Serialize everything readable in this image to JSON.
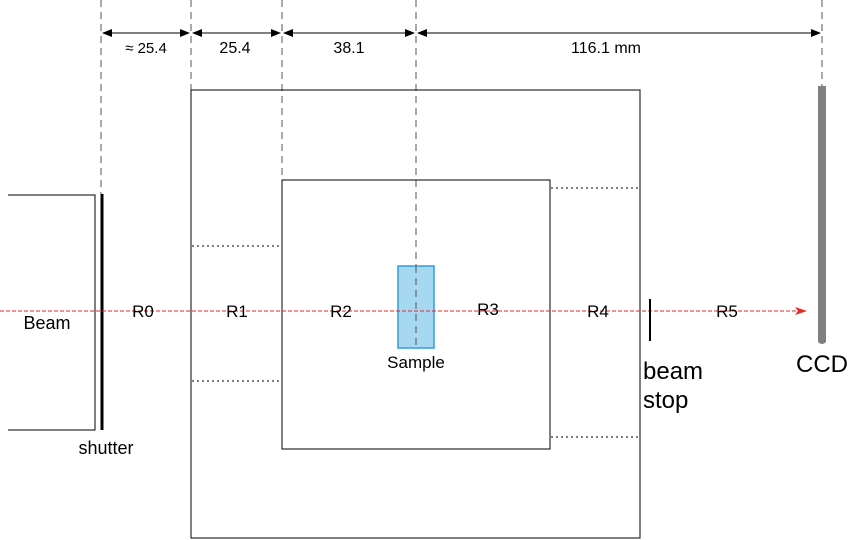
{
  "dimensions": {
    "d1": "≈ 25.4",
    "d2": "25.4",
    "d3": "38.1",
    "d4": "116.1 mm"
  },
  "regions": {
    "r0": "R0",
    "r1": "R1",
    "r2": "R2",
    "r3": "R3",
    "r4": "R4",
    "r5": "R5"
  },
  "labels": {
    "beam": "Beam",
    "shutter": "shutter",
    "sample": "Sample",
    "beam_stop_line1": "beam",
    "beam_stop_line2": "stop",
    "ccd": "CCD"
  },
  "colors": {
    "beam_line": "#e8262a",
    "sample_fill": "#a6d8f2",
    "sample_stroke": "#2f9fe0",
    "ccd_bar": "#808080"
  }
}
